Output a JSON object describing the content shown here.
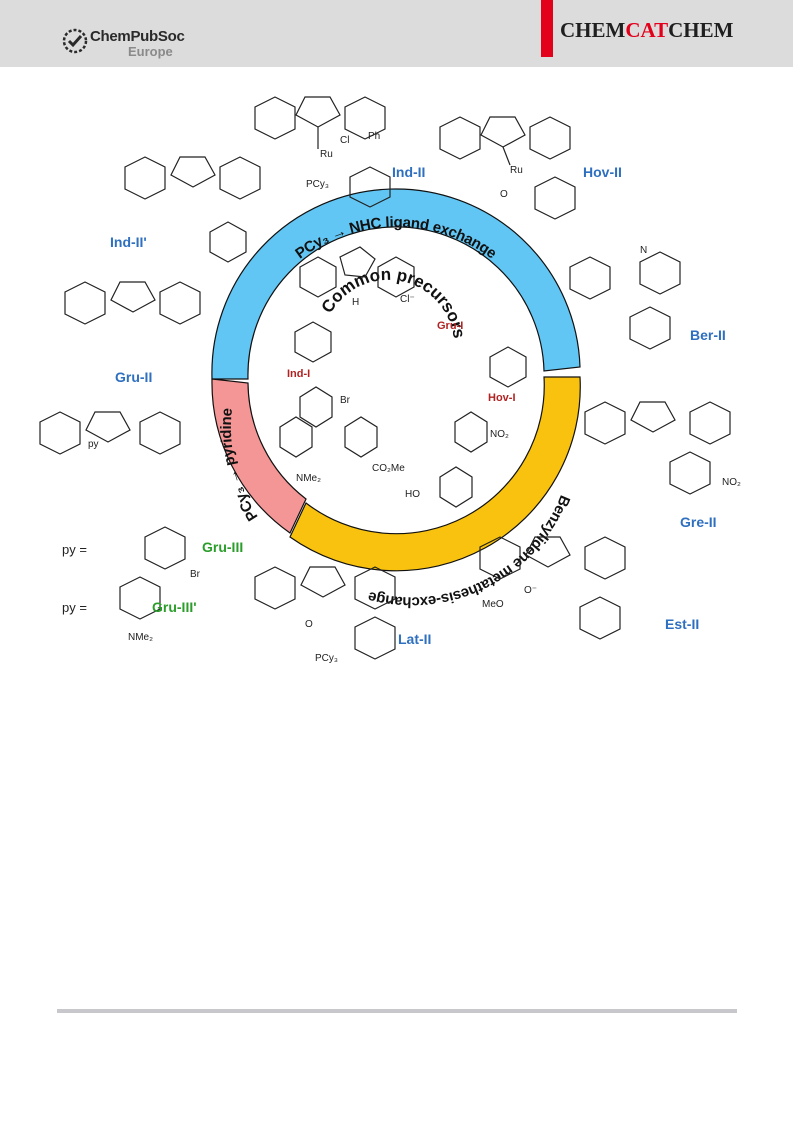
{
  "header": {
    "logo_title": "ChemPubSoc",
    "logo_sub": "Europe",
    "journal_part1": "CHEM",
    "journal_part2": "CAT",
    "journal_part3": "CHEM",
    "brand_red": "#e3001b",
    "header_bg": "#dcdcdd"
  },
  "ring": {
    "segment_nhc": "PCy₃ → NHC ligand exchange",
    "segment_pyridine": "PCy₃ → pyridine",
    "segment_benzylidene": "Benzylidene metathesis-exchange",
    "center": "Common precursors",
    "color_nhc": "#62c6f4",
    "color_pyridine": "#f49696",
    "color_benzylidene": "#f9c20e"
  },
  "outer_catalysts": [
    {
      "id": "Ind-II",
      "label": "Ind-II",
      "color": "blue"
    },
    {
      "id": "Hov-II",
      "label": "Hov-II",
      "color": "blue"
    },
    {
      "id": "Ind-II-prime",
      "label": "Ind-II'",
      "color": "blue"
    },
    {
      "id": "Ber-II",
      "label": "Ber-II",
      "color": "blue"
    },
    {
      "id": "Gru-II",
      "label": "Gru-II",
      "color": "blue"
    },
    {
      "id": "Gre-II",
      "label": "Gre-II",
      "color": "blue"
    },
    {
      "id": "Est-II",
      "label": "Est-II",
      "color": "blue"
    },
    {
      "id": "Lat-II",
      "label": "Lat-II",
      "color": "blue"
    },
    {
      "id": "Gru-III",
      "label": "Gru-III",
      "color": "green"
    },
    {
      "id": "Gru-III-prime",
      "label": "Gru-III'",
      "color": "green"
    }
  ],
  "inner_precursors": [
    {
      "id": "Ind-I",
      "label": "Ind-I"
    },
    {
      "id": "Gru-I",
      "label": "Gru-I"
    },
    {
      "id": "Hov-I",
      "label": "Hov-I"
    }
  ],
  "chem_labels": {
    "cl": "Cl",
    "ru": "Ru",
    "ph": "Ph",
    "pcy3": "PCy₃",
    "n": "N",
    "py": "py",
    "py_eq": "py =",
    "br": "Br",
    "nme2": "NMe₂",
    "no2": "NO₂",
    "co2me": "CO₂Me",
    "meo": "MeO",
    "ho": "HO",
    "h": "H",
    "cl_minus": "Cl⁻",
    "o": "O",
    "o_minus": "O⁻"
  }
}
